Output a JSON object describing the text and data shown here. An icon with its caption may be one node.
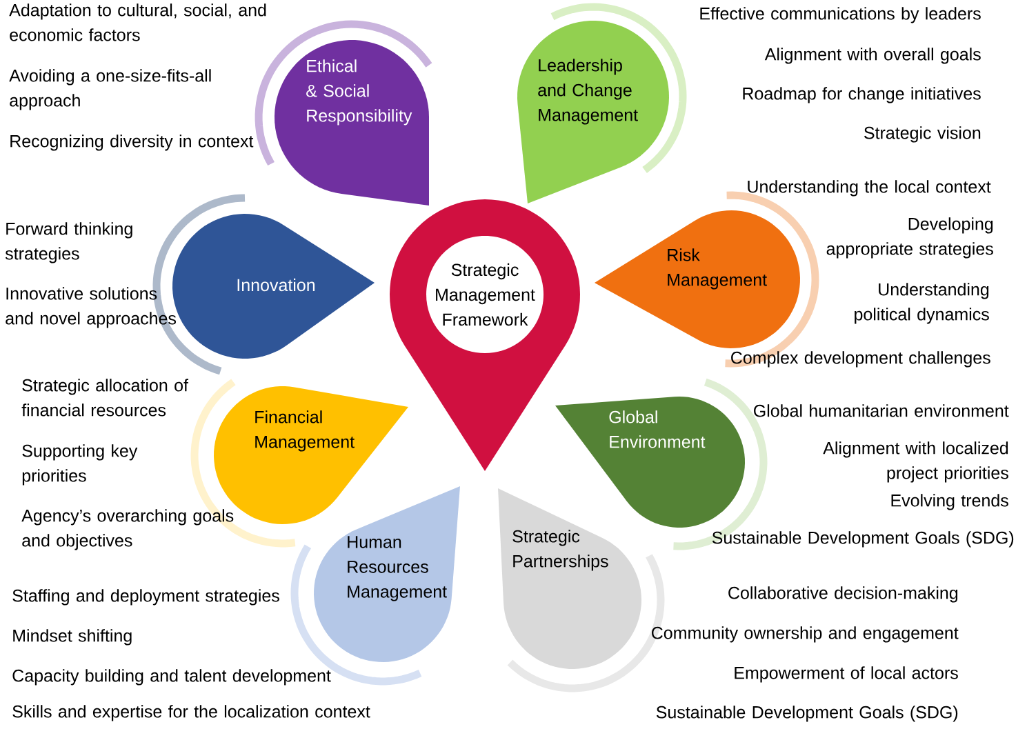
{
  "diagram": {
    "nodes": [
      {
        "text": [
          "Strategic Management Framework"
        ]
      },
      {
        "text": [
          "Ethical & Social Responsibility"
        ],
        "beside": [
          "Adaptation to cultural, social, and economic factors",
          "Avoiding a one-size-fits-all approach",
          "Recognizing diversity in context"
        ]
      },
      {
        "text": [
          "Leadership and Change Management"
        ],
        "beside": [
          "Effective communications by leaders",
          "Alignment with overall goals",
          "Roadmap for change initiatives",
          "Strategic vision"
        ]
      },
      {
        "text": [
          "Risk Management"
        ],
        "beside": [
          "Understanding the local context",
          "Developing appropriate strategies",
          "Understanding political dynamics",
          "Complex development challenges"
        ]
      },
      {
        "text": [
          "Global Environment"
        ],
        "beside": [
          "Global humanitarian environment",
          "Alignment with localized project priorities",
          "Evolving trends",
          "Sustainable Development Goals (SDG)"
        ]
      },
      {
        "text": [
          "Strategic Partnerships"
        ],
        "beside": [
          "Collaborative decision-making",
          "Community ownership and engagement",
          "Empowerment of local actors",
          "Sustainable Development Goals (SDG)"
        ]
      },
      {
        "text": [
          "Human Resources Management"
        ],
        "beside": [
          "Staffing and deployment strategies",
          "Mindset shifting",
          "Capacity building and talent development",
          "Skills and expertise for the localization context"
        ]
      },
      {
        "text": [
          "Financial Management"
        ],
        "beside": [
          "Strategic allocation of financial resources",
          "Supporting key priorities",
          "Agency’s overarching goals and objectives"
        ]
      },
      {
        "text": [
          "Innovation"
        ],
        "beside": [
          "Forward thinking strategies",
          "Innovative solutions and novel approaches"
        ]
      }
    ],
    "edges": []
  }
}
